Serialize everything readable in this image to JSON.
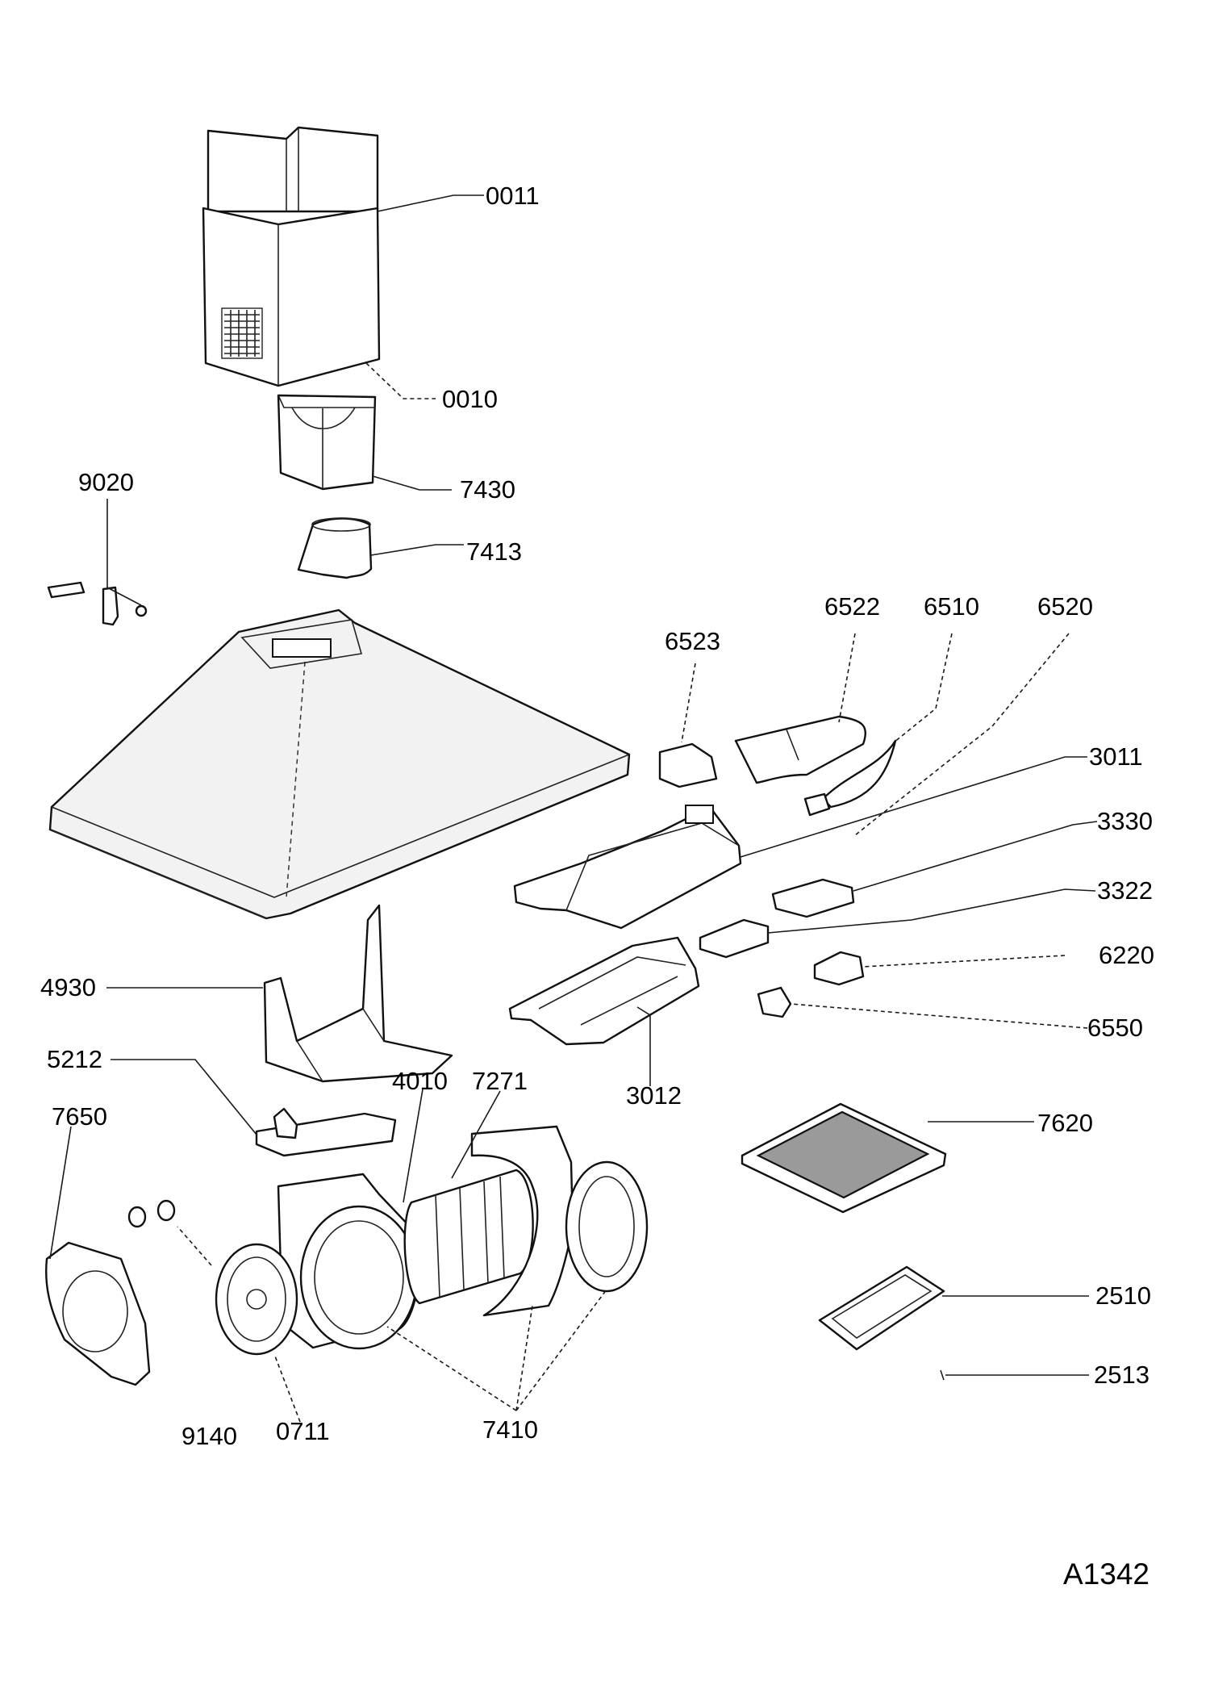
{
  "diagram": {
    "drawing_code": "A1342",
    "parts": [
      {
        "key": "p0011",
        "number": "0011"
      },
      {
        "key": "p0010",
        "number": "0010"
      },
      {
        "key": "p7430",
        "number": "7430"
      },
      {
        "key": "p7413",
        "number": "7413"
      },
      {
        "key": "p9020",
        "number": "9020"
      },
      {
        "key": "p6522",
        "number": "6522"
      },
      {
        "key": "p6510",
        "number": "6510"
      },
      {
        "key": "p6520",
        "number": "6520"
      },
      {
        "key": "p6523",
        "number": "6523"
      },
      {
        "key": "p3011",
        "number": "3011"
      },
      {
        "key": "p3330",
        "number": "3330"
      },
      {
        "key": "p3322",
        "number": "3322"
      },
      {
        "key": "p6220",
        "number": "6220"
      },
      {
        "key": "p6550",
        "number": "6550"
      },
      {
        "key": "p4930",
        "number": "4930"
      },
      {
        "key": "p3012",
        "number": "3012"
      },
      {
        "key": "p5212",
        "number": "5212"
      },
      {
        "key": "p4010",
        "number": "4010"
      },
      {
        "key": "p7271",
        "number": "7271"
      },
      {
        "key": "p7650",
        "number": "7650"
      },
      {
        "key": "p7620",
        "number": "7620"
      },
      {
        "key": "p2510",
        "number": "2510"
      },
      {
        "key": "p2513",
        "number": "2513"
      },
      {
        "key": "p9140",
        "number": "9140"
      },
      {
        "key": "p0711",
        "number": "0711"
      },
      {
        "key": "p7410",
        "number": "7410"
      }
    ]
  }
}
